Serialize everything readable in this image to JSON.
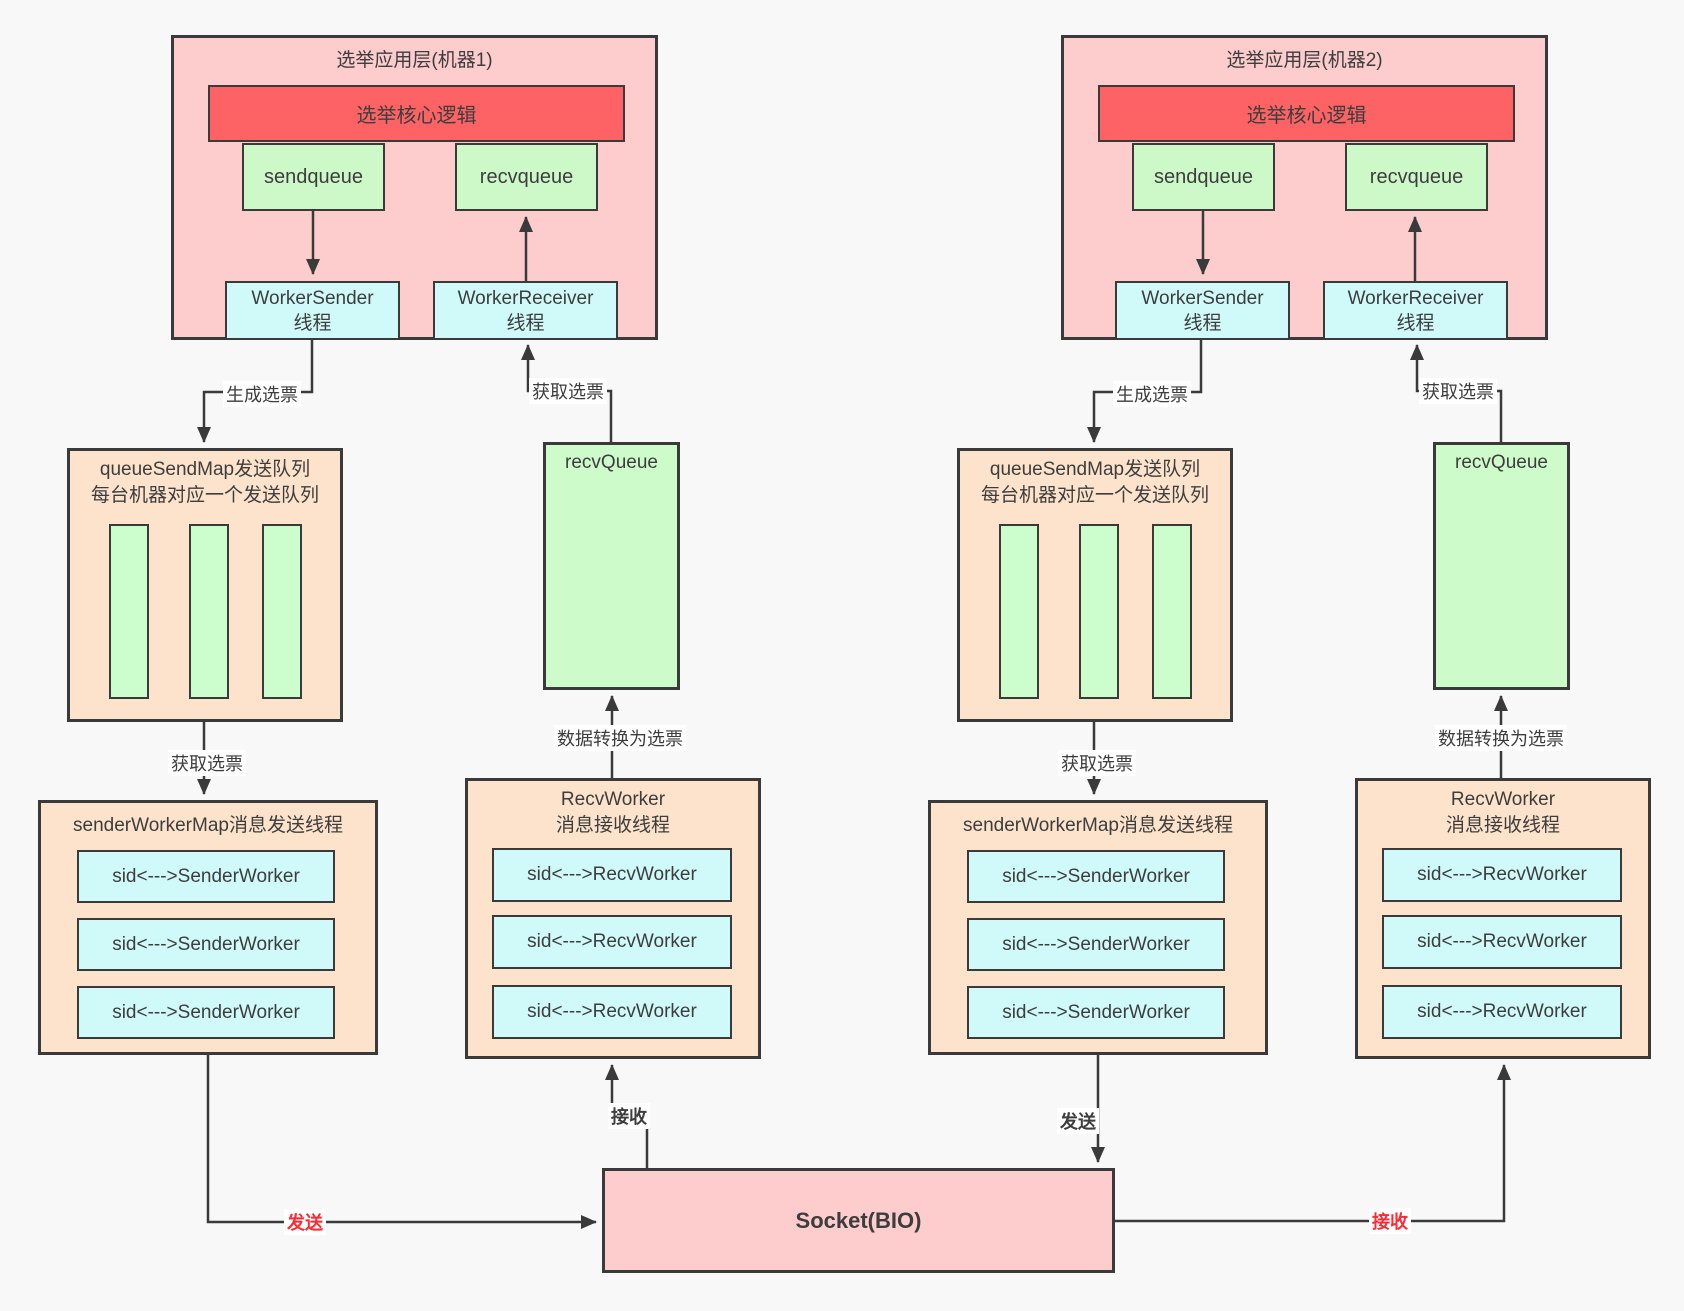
{
  "diagram": {
    "machines": [
      {
        "title": "选举应用层(机器1)",
        "core_logic": "选举核心逻辑",
        "send_queue": "sendqueue",
        "recv_queue": "recvqueue",
        "worker_sender": [
          "WorkerSender",
          "线程"
        ],
        "worker_receiver": [
          "WorkerReceiver",
          "线程"
        ],
        "queue_send_map": {
          "title_line1": "queueSendMap发送队列",
          "title_line2": "每台机器对应一个发送队列",
          "queue_count": 3
        },
        "recv_queue_store": "recvQueue",
        "sender_worker_map": {
          "title": "senderWorkerMap消息发送线程",
          "rows": [
            "sid<--->SenderWorker",
            "sid<--->SenderWorker",
            "sid<--->SenderWorker"
          ]
        },
        "recv_worker": {
          "title_line1": "RecvWorker",
          "title_line2": "消息接收线程",
          "rows": [
            "sid<--->RecvWorker",
            "sid<--->RecvWorker",
            "sid<--->RecvWorker"
          ]
        },
        "edge_labels": {
          "generate": "生成选票",
          "fetch_top": "获取选票",
          "fetch_mid": "获取选票",
          "convert": "数据转换为选票",
          "send": "发送",
          "receive": "接收"
        }
      },
      {
        "title": "选举应用层(机器2)",
        "core_logic": "选举核心逻辑",
        "send_queue": "sendqueue",
        "recv_queue": "recvqueue",
        "worker_sender": [
          "WorkerSender",
          "线程"
        ],
        "worker_receiver": [
          "WorkerReceiver",
          "线程"
        ],
        "queue_send_map": {
          "title_line1": "queueSendMap发送队列",
          "title_line2": "每台机器对应一个发送队列",
          "queue_count": 3
        },
        "recv_queue_store": "recvQueue",
        "sender_worker_map": {
          "title": "senderWorkerMap消息发送线程",
          "rows": [
            "sid<--->SenderWorker",
            "sid<--->SenderWorker",
            "sid<--->SenderWorker"
          ]
        },
        "recv_worker": {
          "title_line1": "RecvWorker",
          "title_line2": "消息接收线程",
          "rows": [
            "sid<--->RecvWorker",
            "sid<--->RecvWorker",
            "sid<--->RecvWorker"
          ]
        },
        "edge_labels": {
          "generate": "生成选票",
          "fetch_top": "获取选票",
          "fetch_mid": "获取选票",
          "convert": "数据转换为选票",
          "send": "发送",
          "receive": "接收"
        }
      }
    ],
    "socket": {
      "label": "Socket(BIO)"
    },
    "colors": {
      "app_layer_pink": "#fdcccc",
      "core_red": "#fd6364",
      "queue_green": "#cdf9c8",
      "thread_cyan": "#d0fafa",
      "map_peach": "#fde3cb",
      "line_dark": "#3a3a3a",
      "send_recv_label_red": "#fb2a33",
      "background": "#f8f8f8"
    }
  }
}
